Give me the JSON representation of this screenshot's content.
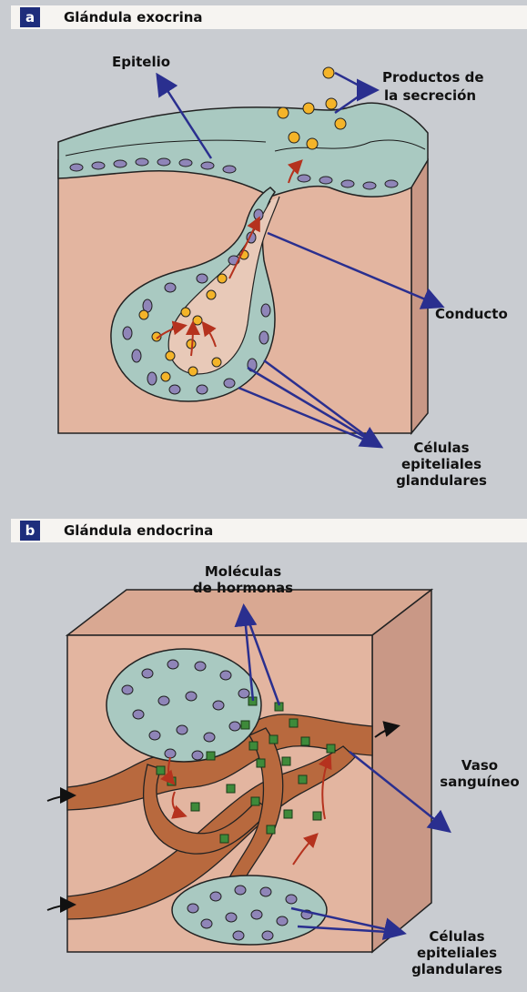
{
  "panel_a": {
    "letter": "a",
    "title": "Glándula exocrina",
    "labels": {
      "epitelio": "Epitelio",
      "productos_1": "Productos de",
      "productos_2": "la secreción",
      "conducto": "Conducto",
      "celulas_1": "Células",
      "celulas_2": "epiteliales",
      "celulas_3": "glandulares"
    }
  },
  "panel_b": {
    "letter": "b",
    "title": "Glándula endocrina",
    "labels": {
      "moleculas_1": "Moléculas",
      "moleculas_2": "de hormonas",
      "vaso_1": "Vaso",
      "vaso_2": "sanguíneo",
      "celulas_1": "Células",
      "celulas_2": "epiteliales",
      "celulas_3": "glandulares"
    }
  },
  "colors": {
    "background": "#c9ccd1",
    "header": "#f6f4f1",
    "letter_box": "#1e2d7c",
    "tissue": "#e3b5a0",
    "tissue_side": "#c99886",
    "cells": "#a9c9c1",
    "nucleus": "#8f85b8",
    "secretion": "#f4b429",
    "hormone": "#3e8a3a",
    "vessel": "#b8693e",
    "pointer": "#2a2f8f",
    "flow_arrow": "#b5321e"
  }
}
